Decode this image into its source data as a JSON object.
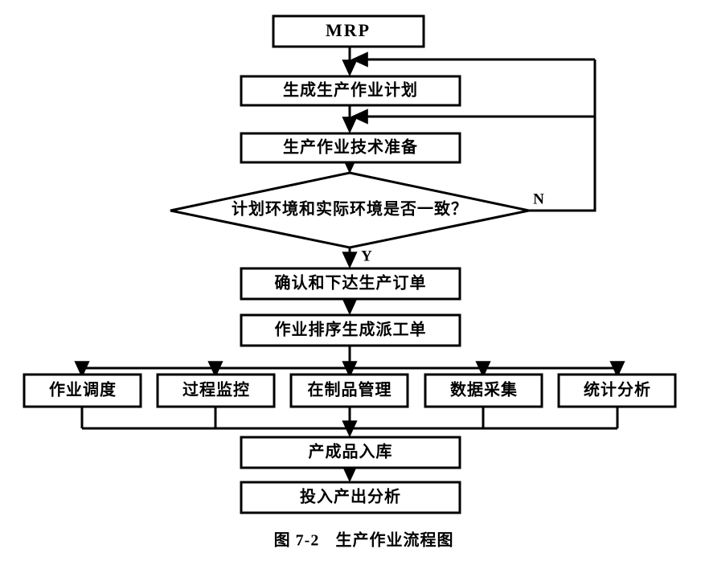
{
  "figure": {
    "caption_number": "图 7-2",
    "caption_title": "生产作业流程图",
    "background_color": "#ffffff",
    "line_color": "#000000"
  },
  "nodes": {
    "mrp": {
      "label": "MRP",
      "type": "process"
    },
    "plan": {
      "label": "生成生产作业计划",
      "type": "process"
    },
    "tech_prep": {
      "label": "生产作业技术准备",
      "type": "process"
    },
    "decision": {
      "label": "计划环境和实际环境是否一致？",
      "type": "decision"
    },
    "confirm_order": {
      "label": "确认和下达生产订单",
      "type": "process"
    },
    "dispatch": {
      "label": "作业排序生成派工单",
      "type": "process"
    },
    "finished_goods": {
      "label": "产成品入库",
      "type": "process"
    },
    "io_analysis": {
      "label": "投入产出分析",
      "type": "process"
    }
  },
  "parallel_nodes": [
    {
      "label": "作业调度"
    },
    {
      "label": "过程监控"
    },
    {
      "label": "在制品管理"
    },
    {
      "label": "数据采集"
    },
    {
      "label": "统计分析"
    }
  ],
  "branch_labels": {
    "no": "N",
    "yes": "Y"
  }
}
